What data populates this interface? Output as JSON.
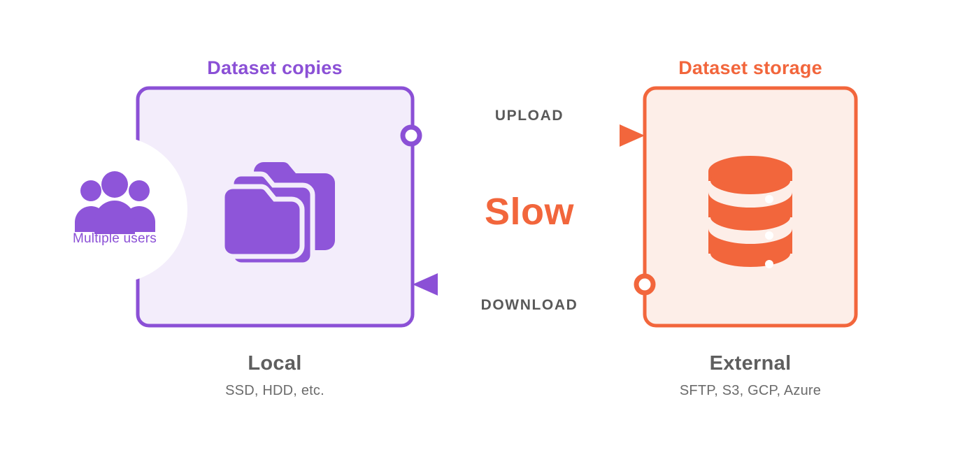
{
  "diagram": {
    "title_local_panel": "Dataset copies",
    "title_external_panel": "Dataset storage",
    "center_label": "Slow",
    "flows": {
      "upload_label": "UPLOAD",
      "download_label": "DOWNLOAD"
    },
    "local": {
      "caption_title": "Local",
      "caption_subtitle": "SSD, HDD, etc.",
      "users_label": "Multiple users",
      "icon": "folders-icon",
      "users_icon": "multiple-users-icon"
    },
    "external": {
      "caption_title": "External",
      "caption_subtitle": "SFTP, S3, GCP, Azure",
      "icon": "database-cylinder-icon"
    },
    "colors": {
      "purple": "#8b50d6",
      "purple_fill": "#f3edfb",
      "purple_icon": "#8e55d9",
      "orange": "#f2663c",
      "orange_fill": "#fdeee8",
      "gray_text": "#5e5e5e",
      "white": "#ffffff"
    }
  }
}
